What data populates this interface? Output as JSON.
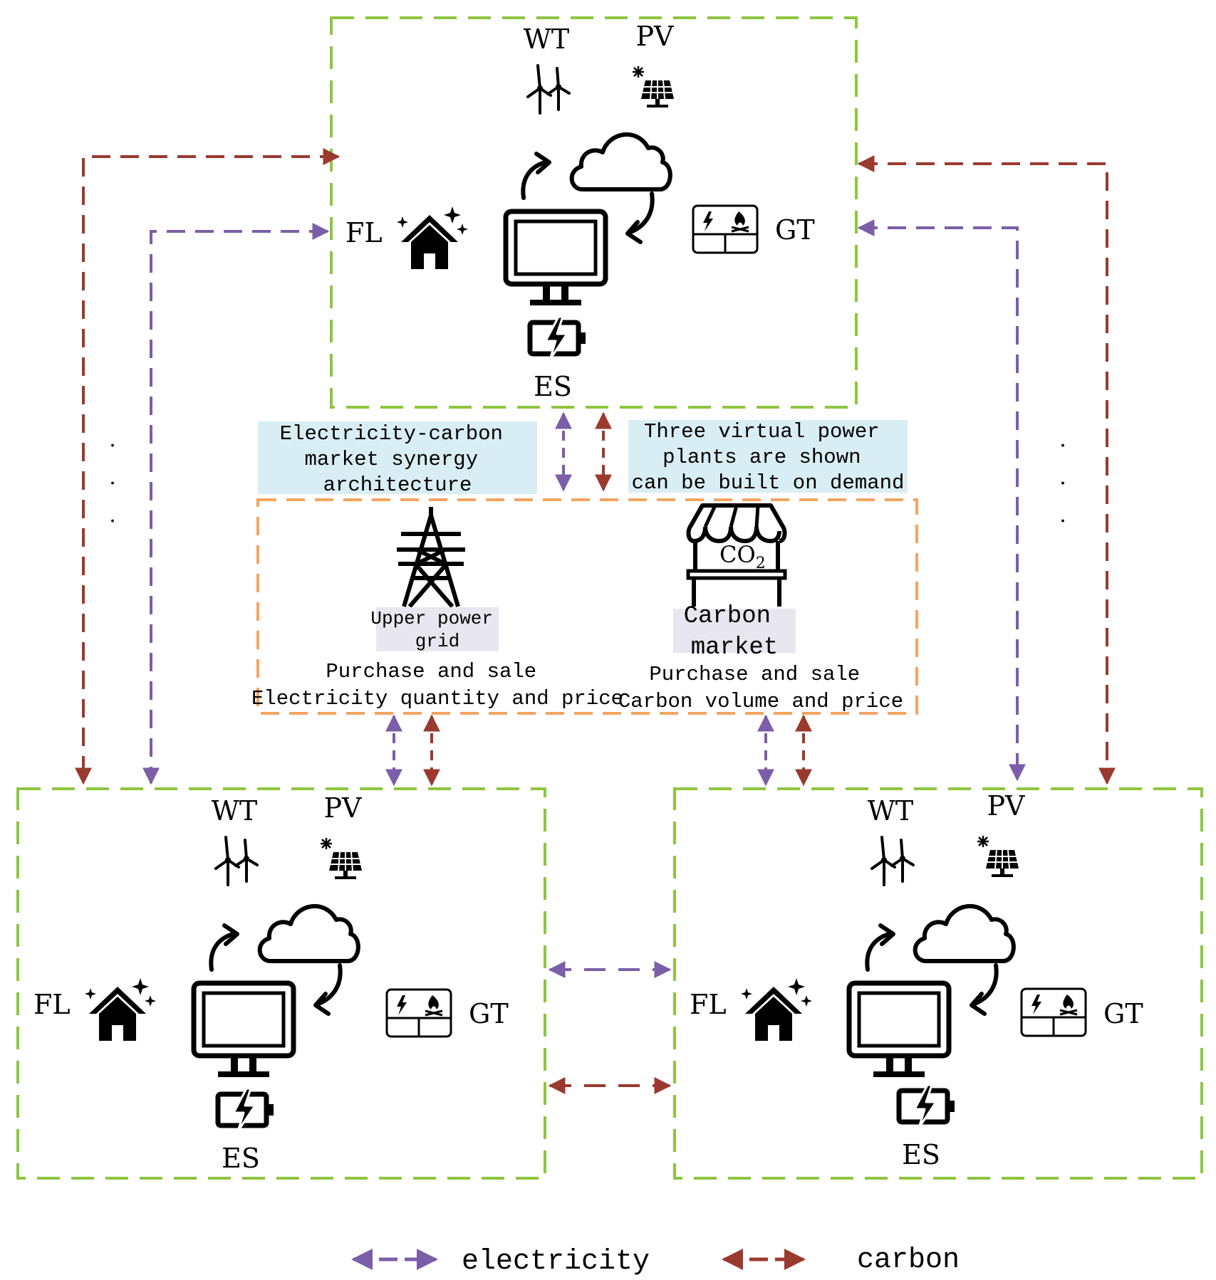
{
  "colors": {
    "vpp_border": "#8dc63f",
    "market_border": "#f4a460",
    "electricity": "#7b5ea7",
    "carbon": "#9a3a2f",
    "note_bg": "#d9eef4",
    "tag_bg": "#e8e6ee"
  },
  "vpp_labels": {
    "wt": "WT",
    "pv": "PV",
    "fl": "FL",
    "gt": "GT",
    "es": "ES"
  },
  "notes": {
    "left": [
      "Electricity-carbon",
      "market synergy",
      "architecture"
    ],
    "right": [
      "Three virtual power",
      "plants are shown",
      "can be built on demand"
    ]
  },
  "market": {
    "grid_tag": [
      "Upper power",
      "grid"
    ],
    "grid_lines": [
      "Purchase and sale",
      "Electricity quantity and price"
    ],
    "co2_sign": "CO",
    "co2_sub": "2",
    "carbon_tag": [
      "Carbon",
      "market"
    ],
    "carbon_lines": [
      "Purchase and sale",
      "Carbon volume and price"
    ]
  },
  "ellipsis": "·",
  "legend": {
    "electricity": "electricity",
    "carbon": "carbon"
  },
  "icons": [
    "wind-turbine-icon",
    "solar-panel-icon",
    "cloud-icon",
    "computer-monitor-icon",
    "house-icon",
    "gas-turbine-icon",
    "battery-icon",
    "transmission-tower-icon",
    "carbon-market-stall-icon"
  ]
}
